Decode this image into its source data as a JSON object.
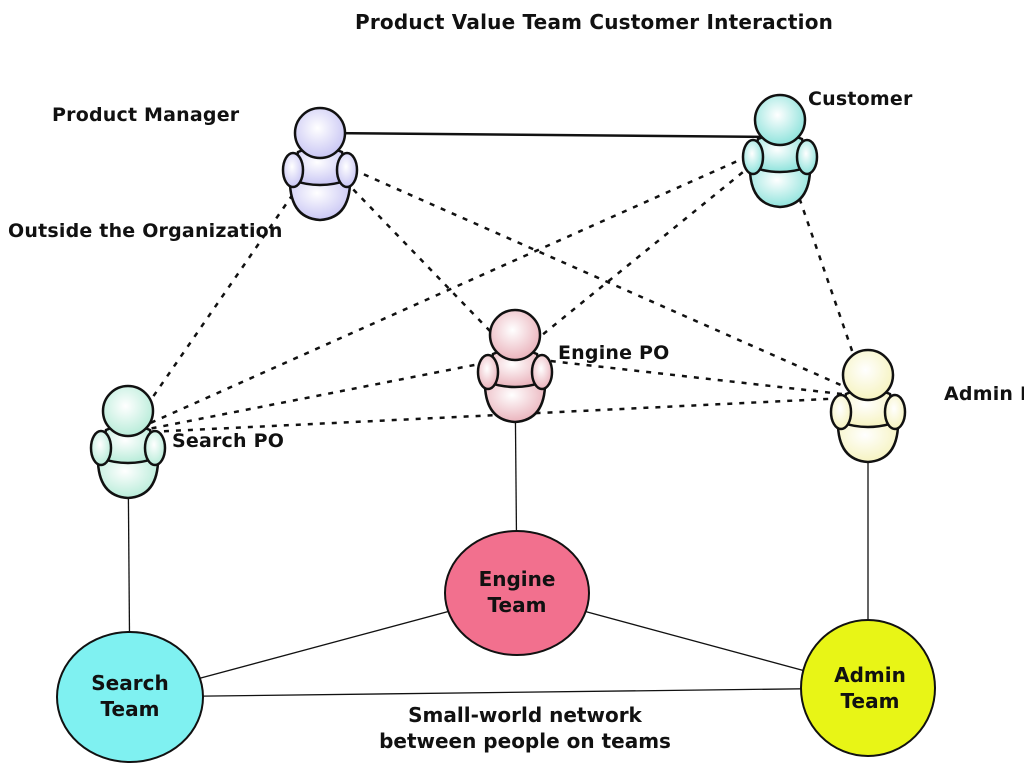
{
  "title": "Product Value Team Customer Interaction",
  "people": [
    {
      "id": "pm",
      "label": "Product Manager",
      "color": "#c9c6f4"
    },
    {
      "id": "customer",
      "label": "Customer",
      "color": "#8fe3dc"
    },
    {
      "id": "engine_po",
      "label": "Engine PO",
      "color": "#eab3bc"
    },
    {
      "id": "search_po",
      "label": "Search PO",
      "color": "#b8ecd9"
    },
    {
      "id": "admin_po",
      "label": "Admin PO",
      "color": "#f6f3c0"
    }
  ],
  "outside_label": "Outside the Organization",
  "teams": [
    {
      "id": "engine",
      "line1": "Engine",
      "line2": "Team",
      "color": "#f2708e"
    },
    {
      "id": "search",
      "line1": "Search",
      "line2": "Team",
      "color": "#7ff1f1"
    },
    {
      "id": "admin",
      "line1": "Admin",
      "line2": "Team",
      "color": "#e8f516"
    }
  ],
  "caption": {
    "line1": "Small-world network",
    "line2": "between people on teams"
  },
  "edges_solid": [
    [
      "pm",
      "customer"
    ],
    [
      "engine_po",
      "engine"
    ],
    [
      "search_po",
      "search"
    ],
    [
      "admin_po",
      "admin"
    ],
    [
      "search",
      "engine"
    ],
    [
      "engine",
      "admin"
    ],
    [
      "search",
      "admin"
    ]
  ],
  "edges_dashed": [
    [
      "pm",
      "search_po"
    ],
    [
      "pm",
      "engine_po"
    ],
    [
      "pm",
      "admin_po"
    ],
    [
      "customer",
      "search_po"
    ],
    [
      "customer",
      "engine_po"
    ],
    [
      "customer",
      "admin_po"
    ],
    [
      "search_po",
      "engine_po"
    ],
    [
      "search_po",
      "admin_po"
    ],
    [
      "engine_po",
      "admin_po"
    ]
  ]
}
